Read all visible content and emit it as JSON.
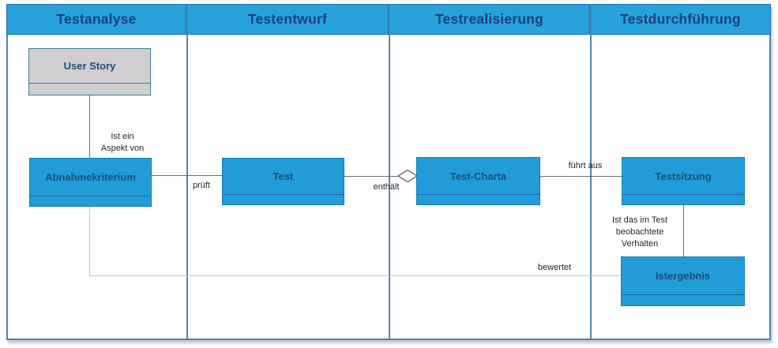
{
  "diagram": {
    "lanes": [
      {
        "label": "Testanalyse"
      },
      {
        "label": "Testentwurf"
      },
      {
        "label": "Testrealisierung"
      },
      {
        "label": "Testdurchführung"
      }
    ],
    "nodes": {
      "user_story": {
        "label": "User Story"
      },
      "abnahmekriterium": {
        "label": "Abnahmekriterium"
      },
      "test": {
        "label": "Test"
      },
      "test_charta": {
        "label": "Test-Charta"
      },
      "testsitzung": {
        "label": "Testsitzung"
      },
      "istergebnis": {
        "label": "Istergebnis"
      }
    },
    "edges": {
      "aspekt_von": {
        "line1": "Ist ein",
        "line2": "Aspekt von"
      },
      "prueft": {
        "label": "prüft"
      },
      "enthaelt": {
        "label": "enthält"
      },
      "fuehrt_aus": {
        "label": "führt aus"
      },
      "beobachtet": {
        "line1": "Ist das im Test",
        "line2": "beobachtete",
        "line3": "Verhalten"
      },
      "bewertet": {
        "label": "bewertet"
      }
    },
    "colors": {
      "header_fill": "#27a2dc",
      "header_border": "#1e6fad",
      "header_text": "#1f3f7a",
      "grid_border": "#4d86b5",
      "box_fill": "#219cd8",
      "box_border": "#1779b4",
      "box_divider": "#17699f",
      "box_text": "#1f4e79",
      "user_story_fill": "#d0cece",
      "user_story_border": "#35859f",
      "connector_gray": "#6e6e6e",
      "connector_light_blue": "#a9cee0"
    }
  }
}
